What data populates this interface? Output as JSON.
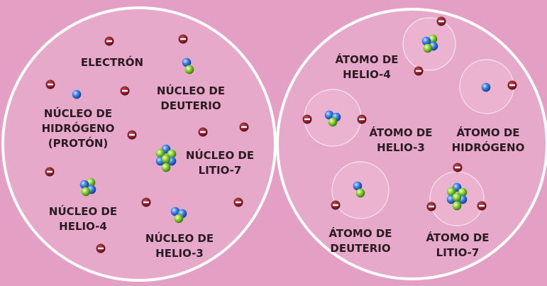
{
  "colors": {
    "background": "#e4a0c4",
    "panel": "#e7a9c9",
    "panel_border": "#ffffff",
    "electron": "#8b1a2b",
    "proton": "#2f6fd6",
    "neutron": "#7cc42c",
    "label": "#2a1a22"
  },
  "left_panel": {
    "labels": {
      "electron": "ELECTRÓN",
      "deuterium_1": "NÚCLEO DE",
      "deuterium_2": "DEUTERIO",
      "hydrogen_1": "NÚCLEO DE",
      "hydrogen_2": "HIDRÓGENO",
      "hydrogen_3": "(PROTÓN)",
      "lithium_1": "NÚCLEO DE",
      "lithium_2": "LITIO-7",
      "helium4_1": "NÚCLEO DE",
      "helium4_2": "HELIO-4",
      "helium3_1": "NÚCLEO DE",
      "helium3_2": "HELIO-3"
    }
  },
  "right_panel": {
    "labels": {
      "helium4_1": "ÁTOMO DE",
      "helium4_2": "HELIO-4",
      "helium3_1": "ÁTOMO DE",
      "helium3_2": "HELIO-3",
      "hydrogen_1": "ÁTOMO DE",
      "hydrogen_2": "HIDRÓGENO",
      "deuterium_1": "ÁTOMO DE",
      "deuterium_2": "DEUTERIO",
      "lithium_1": "ÁTOMO DE",
      "lithium_2": "LITIO-7"
    }
  },
  "icons": {
    "electron": "electron-icon",
    "proton": "proton-icon",
    "neutron": "neutron-icon"
  }
}
